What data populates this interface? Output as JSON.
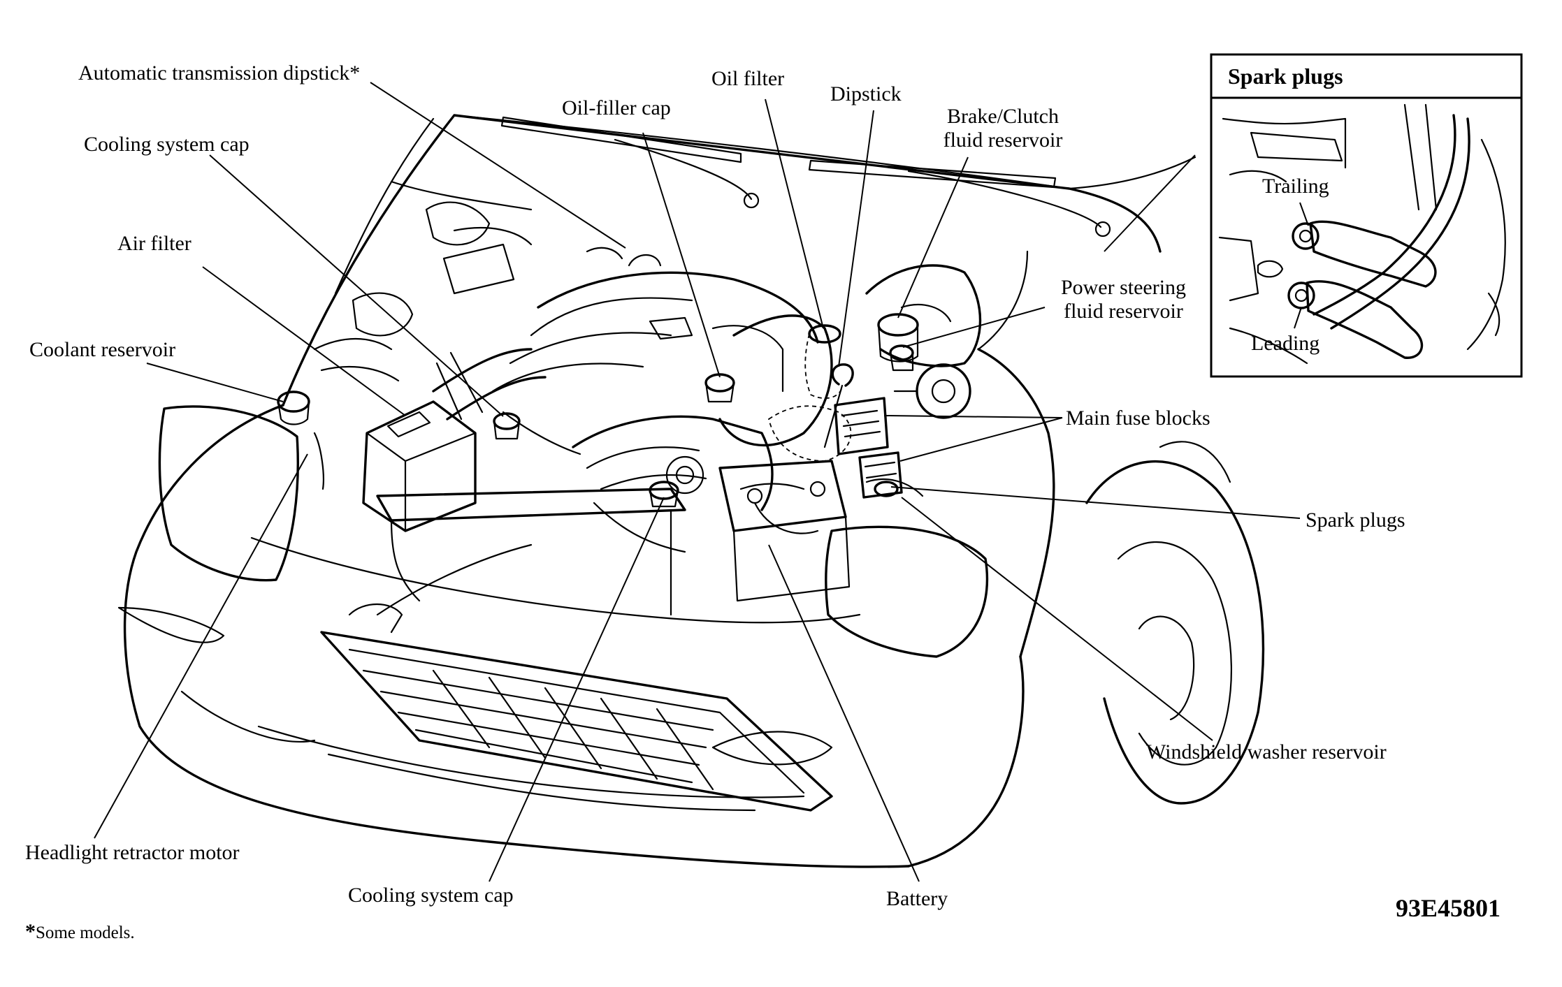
{
  "callouts": {
    "automatic_transmission_dipstick": "Automatic transmission dipstick*",
    "cooling_system_cap_top": "Cooling system cap",
    "air_filter": "Air filter",
    "coolant_reservoir": "Coolant reservoir",
    "oil_filler_cap": "Oil-filler cap",
    "oil_filter": "Oil filter",
    "dipstick": "Dipstick",
    "brake_clutch_line1": "Brake/Clutch",
    "brake_clutch_line2": "fluid reservoir",
    "power_steering_line1": "Power steering",
    "power_steering_line2": "fluid reservoir",
    "main_fuse_blocks": "Main fuse blocks",
    "spark_plugs_right": "Spark plugs",
    "windshield_washer_reservoir": "Windshield washer reservoir",
    "headlight_retractor_motor": "Headlight retractor motor",
    "cooling_system_cap_bottom": "Cooling system cap",
    "battery": "Battery"
  },
  "inset": {
    "title": "Spark plugs",
    "trailing": "Trailing",
    "leading": "Leading"
  },
  "figure_code": "93E45801",
  "footnote": {
    "marker": "*",
    "text": "Some models."
  }
}
